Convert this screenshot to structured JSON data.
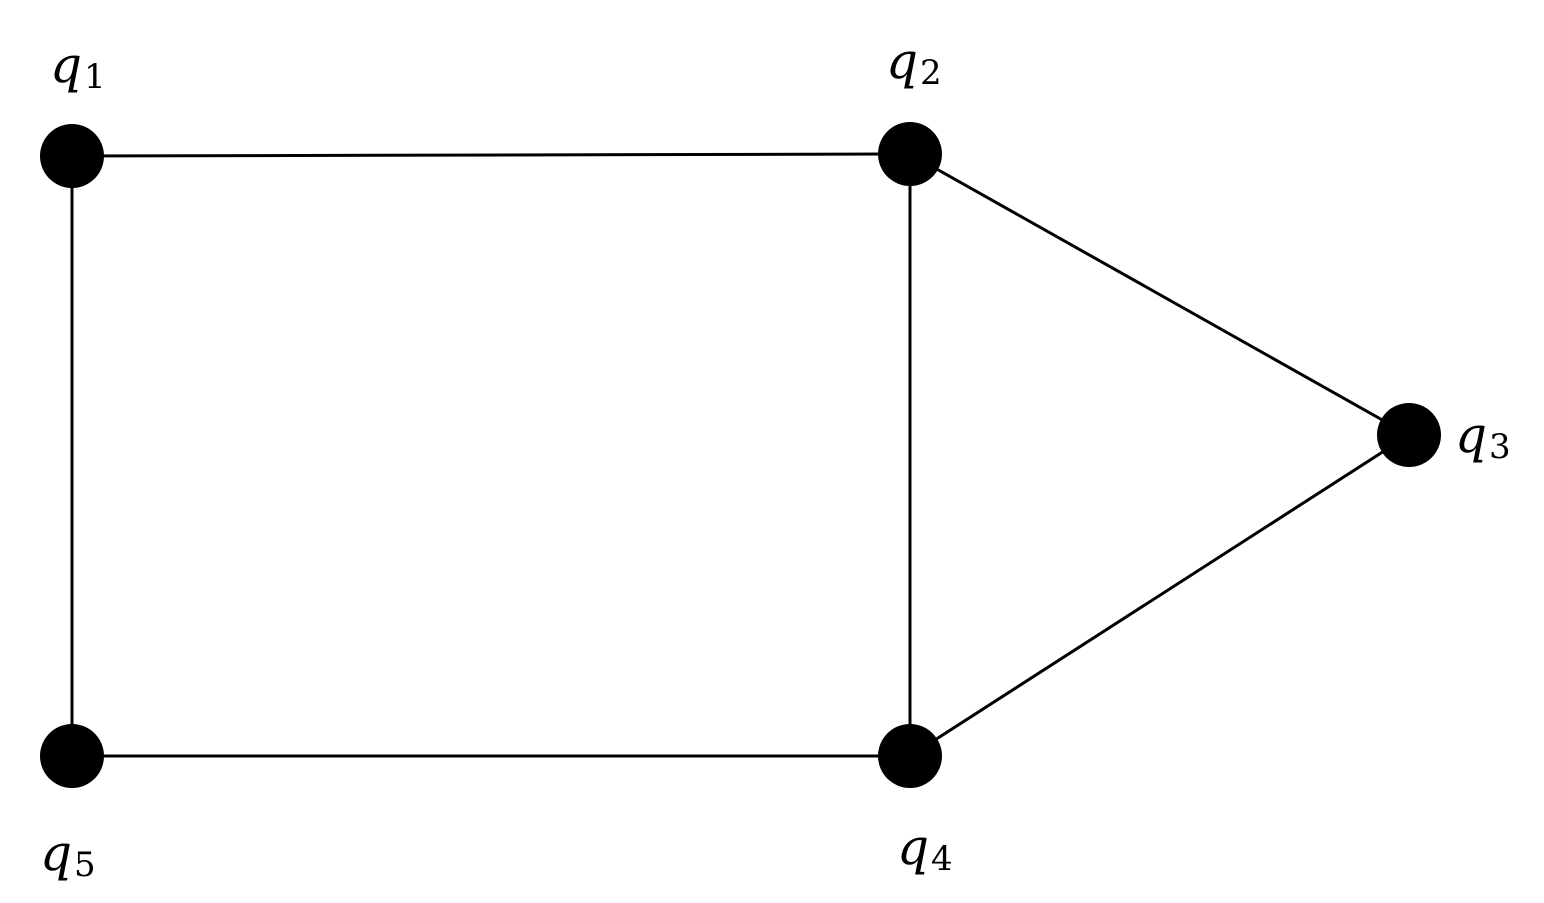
{
  "graph": {
    "nodes": [
      {
        "id": "q1",
        "letter": "q",
        "subscript": "1"
      },
      {
        "id": "q2",
        "letter": "q",
        "subscript": "2"
      },
      {
        "id": "q3",
        "letter": "q",
        "subscript": "3"
      },
      {
        "id": "q4",
        "letter": "q",
        "subscript": "4"
      },
      {
        "id": "q5",
        "letter": "q",
        "subscript": "5"
      }
    ],
    "edges": [
      {
        "from": "q1",
        "to": "q2"
      },
      {
        "from": "q2",
        "to": "q3"
      },
      {
        "from": "q3",
        "to": "q4"
      },
      {
        "from": "q4",
        "to": "q5"
      },
      {
        "from": "q5",
        "to": "q1"
      },
      {
        "from": "q2",
        "to": "q4"
      }
    ],
    "colors": {
      "node": "#000000",
      "edge": "#000000",
      "background": "#ffffff"
    }
  }
}
